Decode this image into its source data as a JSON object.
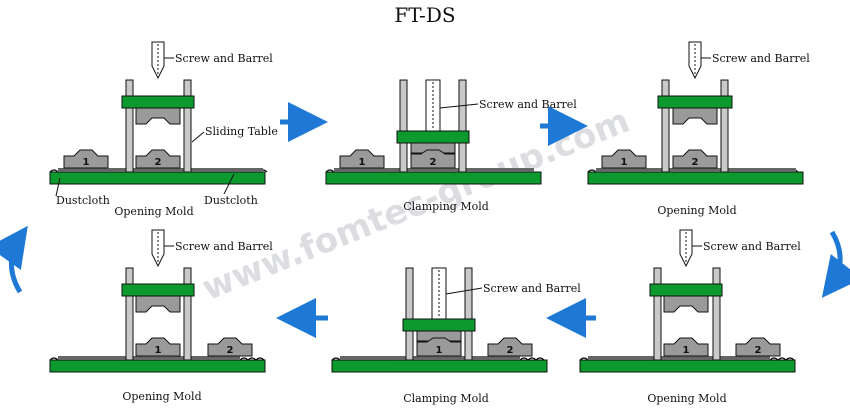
{
  "title": "FT-DS",
  "watermark": "www.fomtec-group.com",
  "labels": {
    "screw_and_barrel": "Screw and Barrel",
    "sliding_table": "Sliding Table",
    "dustcloth": "Dustcloth"
  },
  "mold_numbers": {
    "one": "1",
    "two": "2"
  },
  "captions": {
    "opening_mold": "Opening Mold",
    "clamping_mold": "Clamping Mold"
  },
  "colors": {
    "green": "#0c9a2e",
    "mold": "#9a9a9a",
    "arrow": "#1e78d6"
  },
  "icons": {
    "arrow": "arrow-icon",
    "curved_arrow": "curved-arrow-icon"
  }
}
